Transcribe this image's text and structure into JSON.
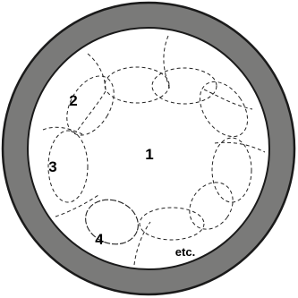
{
  "diagram": {
    "labels": {
      "region_1": "1",
      "region_2": "2",
      "region_3": "3",
      "region_4": "4",
      "etc": "etc."
    },
    "colors": {
      "ring": "#7a7a79",
      "ring_edge": "#1a1a1a",
      "interior": "#ffffff",
      "lines": "#222222"
    }
  }
}
